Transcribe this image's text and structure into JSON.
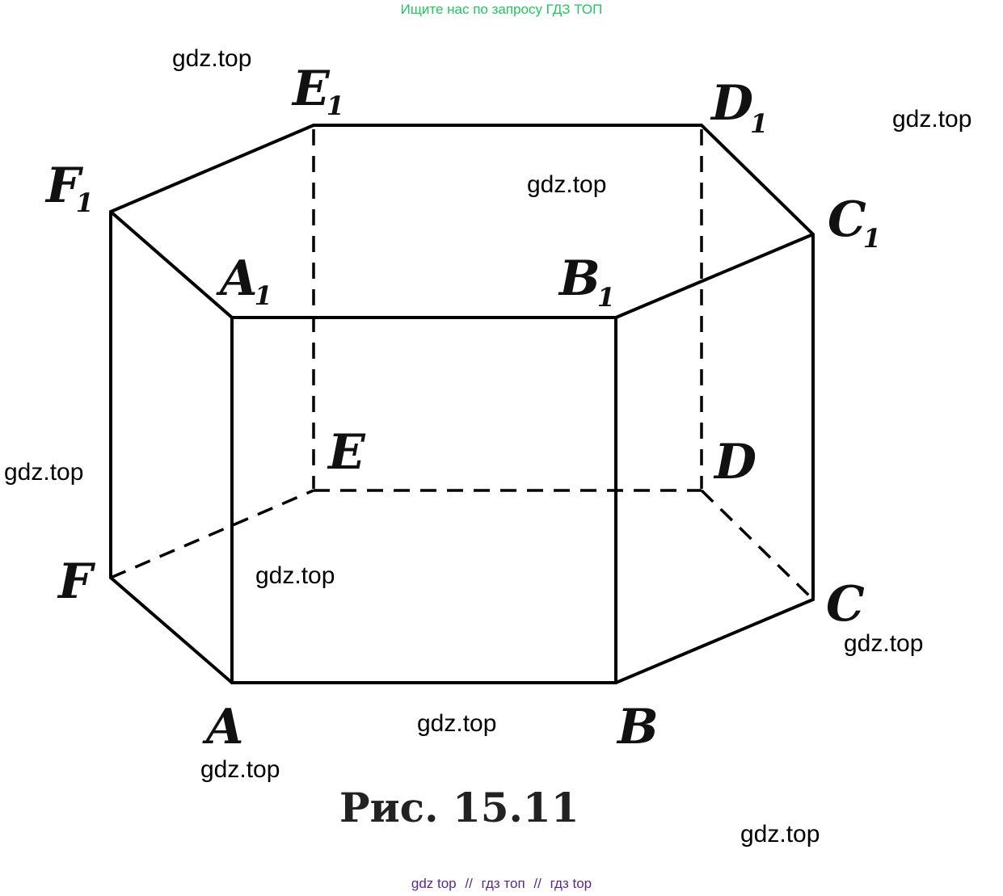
{
  "header": {
    "banner_text": "Ищите нас по запросу ГДЗ ТОП",
    "banner_color": "#22c55e"
  },
  "figure": {
    "vertices": {
      "A": {
        "label": "A",
        "sub": ""
      },
      "B": {
        "label": "B",
        "sub": ""
      },
      "C": {
        "label": "C",
        "sub": ""
      },
      "D": {
        "label": "D",
        "sub": ""
      },
      "E": {
        "label": "E",
        "sub": ""
      },
      "F": {
        "label": "F",
        "sub": ""
      },
      "A1": {
        "label": "A",
        "sub": "1"
      },
      "B1": {
        "label": "B",
        "sub": "1"
      },
      "C1": {
        "label": "C",
        "sub": "1"
      },
      "D1": {
        "label": "D",
        "sub": "1"
      },
      "E1": {
        "label": "E",
        "sub": "1"
      },
      "F1": {
        "label": "F",
        "sub": "1"
      }
    },
    "caption": "Рис. 15.11"
  },
  "watermarks": [
    "gdz.top",
    "gdz.top",
    "gdz.top",
    "gdz.top",
    "gdz.top",
    "gdz.top",
    "gdz.top",
    "gdz.top",
    "gdz.top"
  ],
  "footer": {
    "links": [
      "gdz top",
      "гдз топ",
      "гдз top"
    ],
    "separator": "//",
    "link_color": "#5b2a86"
  }
}
